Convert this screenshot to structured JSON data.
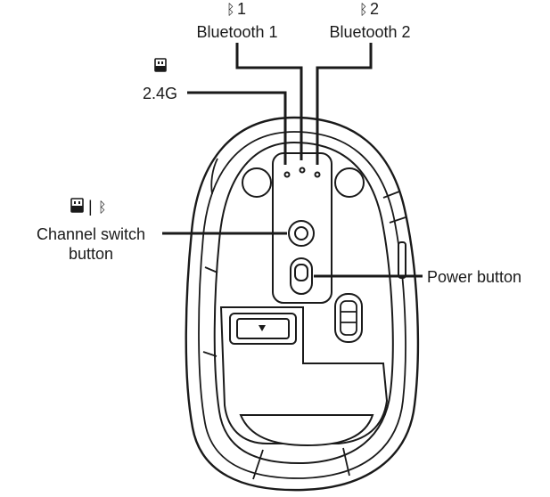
{
  "labels": {
    "bluetooth1_num": "1",
    "bluetooth1": "Bluetooth 1",
    "bluetooth2_num": "2",
    "bluetooth2": "Bluetooth 2",
    "receiver_24g": "2.4G",
    "channel_switch_line1": "Channel switch",
    "channel_switch_line2": "button",
    "channel_separator": "|",
    "power_button": "Power button"
  },
  "icons": {
    "bluetooth": "bluetooth-icon",
    "usb_receiver": "usb-receiver-icon"
  },
  "colors": {
    "ink": "#1a1a1a",
    "background": "#ffffff"
  }
}
